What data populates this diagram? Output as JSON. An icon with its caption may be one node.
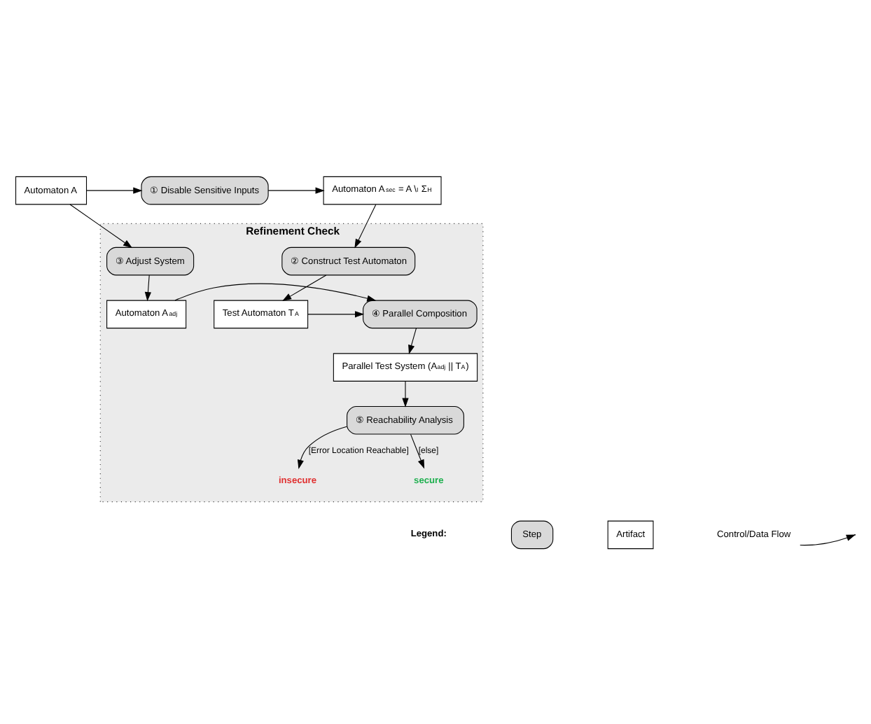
{
  "diagram": {
    "nodes": [
      {
        "text": [
          "Automaton A"
        ]
      },
      {
        "text": [
          "① Disable Sensitive Inputs"
        ]
      },
      {
        "text": [
          "Automaton A$_{sec}$ = A \\$_{I}$ Σ$_{H}$"
        ]
      },
      {
        "text": [
          "Refinement Check"
        ]
      },
      {
        "text": [
          "③ Adjust System"
        ],
        "in": 3
      },
      {
        "text": [
          "② Construct Test Automaton"
        ],
        "in": 3
      },
      {
        "text": [
          "Automaton A$_{adj}$"
        ],
        "in": 3
      },
      {
        "text": [
          "④ Parallel Composition"
        ],
        "in": 3
      },
      {
        "text": [
          "Test Automaton T$_{A}$"
        ],
        "in": 3
      },
      {
        "text": [
          "Parallel Test System (A$_{adj}$ || T$_{A}$)"
        ],
        "in": 3
      },
      {
        "text": [
          "⑤ Reachability Analysis"
        ],
        "in": 3
      },
      {
        "text": [
          "insecure"
        ],
        "in": 3
      },
      {
        "text": [
          "secure"
        ],
        "in": 3
      }
    ],
    "edges": [
      {
        "from": 0,
        "to": 1,
        "arrow": "to"
      },
      {
        "from": 1,
        "to": 2,
        "arrow": "to"
      },
      {
        "from": 0,
        "to": 4,
        "arrow": "to"
      },
      {
        "from": 2,
        "to": 5,
        "arrow": "to"
      },
      {
        "from": 4,
        "to": 6,
        "arrow": "to"
      },
      {
        "from": 5,
        "to": 8,
        "arrow": "to"
      },
      {
        "from": 6,
        "to": 7,
        "arrow": "to"
      },
      {
        "from": 8,
        "to": 7,
        "arrow": "to"
      },
      {
        "from": 7,
        "to": 9,
        "arrow": "to"
      },
      {
        "from": 9,
        "to": 10,
        "arrow": "to"
      },
      {
        "from": 10,
        "to": 11,
        "arrow": "to",
        "label": "[Error Location Reachable]"
      },
      {
        "from": 10,
        "to": 12,
        "arrow": "to",
        "label": "[else]"
      }
    ],
    "labels": [
      "Legend:"
    ],
    "legend": [
      {
        "text": "Step"
      },
      {
        "text": "Artifact"
      },
      {
        "text": "Control/Data Flow"
      }
    ]
  }
}
